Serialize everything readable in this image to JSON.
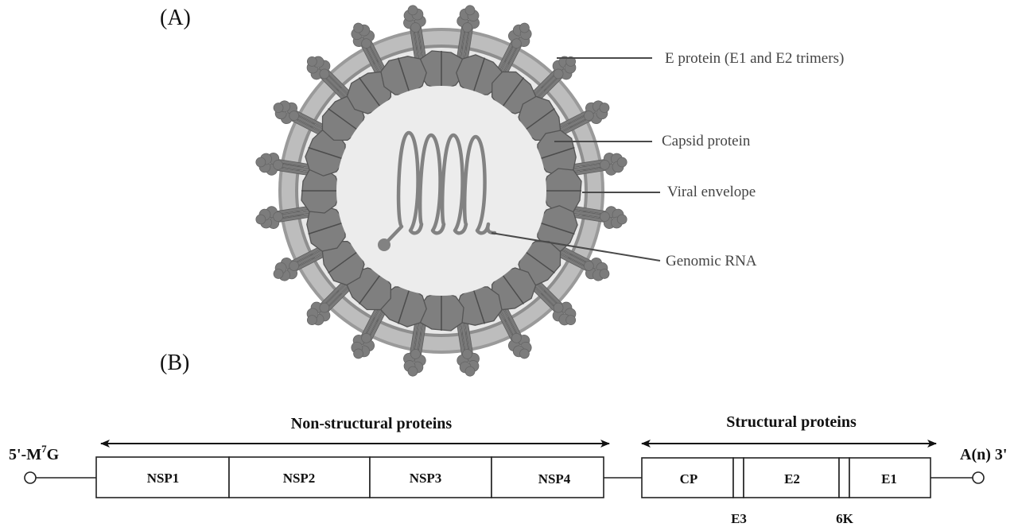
{
  "panels": {
    "a": {
      "label": "(A)",
      "callouts": [
        {
          "id": "e-protein",
          "text": "E protein (E1 and E2 trimers)"
        },
        {
          "id": "capsid",
          "text": "Capsid protein"
        },
        {
          "id": "envelope",
          "text": "Viral envelope"
        },
        {
          "id": "rna",
          "text": "Genomic RNA"
        }
      ],
      "spike_count": 20,
      "capsomer_count": 20,
      "colors": {
        "envelope_outer": "#b9b9b9",
        "envelope_edge": "#8e8e8e",
        "envelope_gap": "#e6e6e6",
        "core": "#ececec",
        "capsid": "#7f7f7f",
        "capsid_stroke": "#555555",
        "spike": "#7a7a7a",
        "rna": "#808080",
        "leader": "#4a4a4a"
      }
    },
    "b": {
      "label": "(B)",
      "five_prime": {
        "text": "5'-M",
        "sup": "7",
        "tail": "G"
      },
      "three_prime": "A(n) 3'",
      "groups": [
        {
          "id": "nonstructural",
          "text": "Non-structural proteins"
        },
        {
          "id": "structural",
          "text": "Structural proteins"
        }
      ],
      "nonstructural_genes": [
        "NSP1",
        "NSP2",
        "NSP3",
        "NSP4"
      ],
      "structural_genes": [
        "CP",
        "E3",
        "E2",
        "6K",
        "E1"
      ],
      "small_gene_labels": [
        "E3",
        "6K"
      ]
    }
  }
}
